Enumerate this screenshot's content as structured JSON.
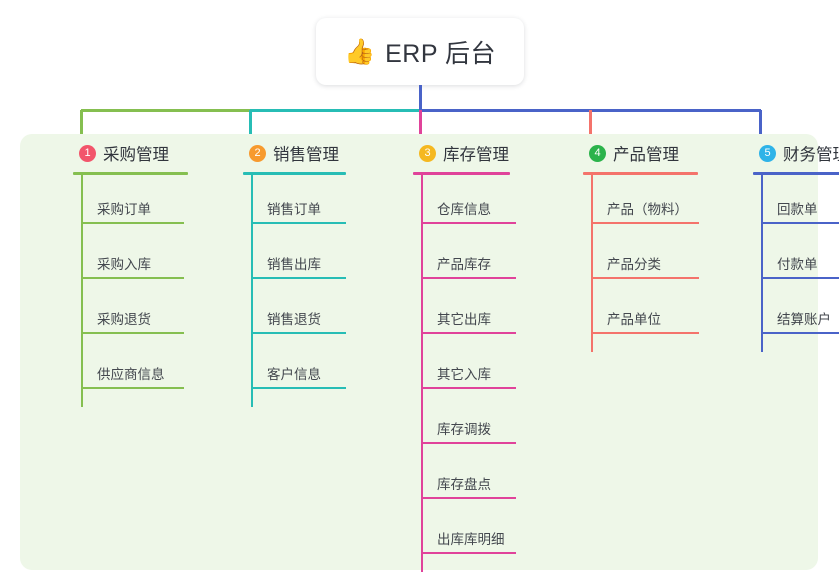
{
  "diagram": {
    "root": {
      "icon": "thumbs-up-emoji",
      "glyph": "👍",
      "title": "ERP 后台"
    },
    "panel_background": "#eef7e8",
    "columns": [
      {
        "index": "1",
        "title": "采购管理",
        "badge_color": "#f2556b",
        "rule_color": "#85bf50",
        "connector_color": "#85bf50",
        "items": [
          "采购订单",
          "采购入库",
          "采购退货",
          "供应商信息"
        ]
      },
      {
        "index": "2",
        "title": "销售管理",
        "badge_color": "#f79a2e",
        "rule_color": "#27bdb5",
        "connector_color": "#27bdb5",
        "items": [
          "销售订单",
          "销售出库",
          "销售退货",
          "客户信息"
        ]
      },
      {
        "index": "3",
        "title": "库存管理",
        "badge_color": "#f5b820",
        "rule_color": "#e0439a",
        "connector_color": "#e0439a",
        "items": [
          "仓库信息",
          "产品库存",
          "其它出库",
          "其它入库",
          "库存调拨",
          "库存盘点",
          "出库库明细"
        ]
      },
      {
        "index": "4",
        "title": "产品管理",
        "badge_color": "#2bb34b",
        "rule_color": "#f4736b",
        "connector_color": "#f4736b",
        "items": [
          "产品（物料）",
          "产品分类",
          "产品单位"
        ]
      },
      {
        "index": "5",
        "title": "财务管理",
        "badge_color": "#2eb3e8",
        "rule_color": "#4a63c8",
        "connector_color": "#4a63c8",
        "items": [
          "回款单",
          "付款单",
          "结算账户"
        ]
      }
    ]
  }
}
